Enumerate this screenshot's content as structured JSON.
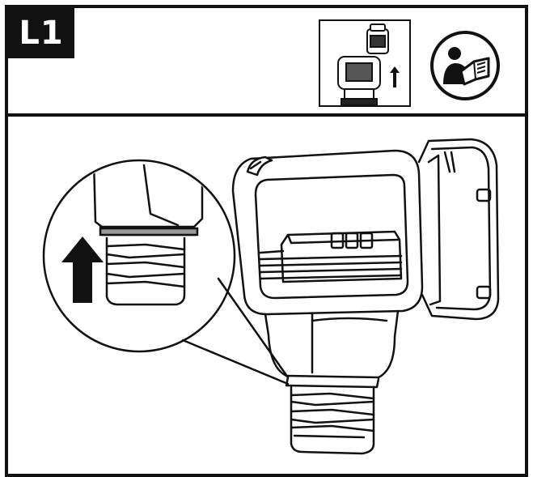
{
  "header": {
    "step_label": "L1",
    "thumbnail_icon": "battery-removal-thumbnail",
    "manual_icon": "read-manual-icon"
  },
  "main": {
    "illustration": "work-light-battery-base-detail",
    "arrow_direction": "up"
  },
  "colors": {
    "line": "#111111",
    "background": "#ffffff"
  }
}
